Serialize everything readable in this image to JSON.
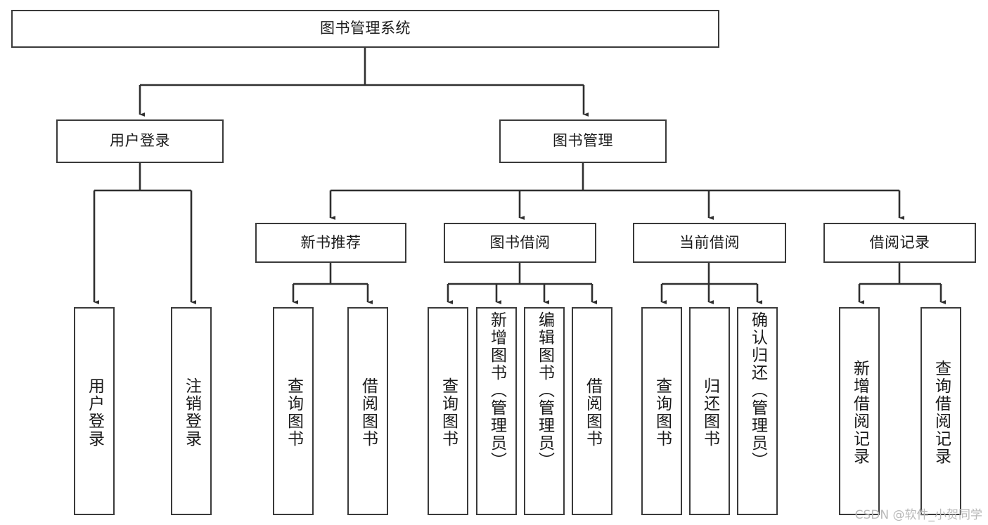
{
  "diagram": {
    "title": "图书管理系统",
    "type": "hierarchy-tree",
    "colors": {
      "box_border": "#3a3a3a",
      "box_fill": "#ffffff",
      "connector": "#2f2f2f",
      "text": "#1a1a1a",
      "watermark": "#b9b9b9"
    },
    "root": {
      "label": "图书管理系统"
    },
    "level2": [
      {
        "label": "用户登录"
      },
      {
        "label": "图书管理"
      }
    ],
    "level3": [
      {
        "label": "新书推荐"
      },
      {
        "label": "图书借阅"
      },
      {
        "label": "当前借阅"
      },
      {
        "label": "借阅记录"
      }
    ],
    "leaves": {
      "user_login": [
        {
          "label": "用户登录"
        },
        {
          "label": "注销登录"
        }
      ],
      "new_book_recommend": [
        {
          "label": "查询图书"
        },
        {
          "label": "借阅图书"
        }
      ],
      "book_borrow": [
        {
          "label": "查询图书"
        },
        {
          "label": "新增图书（管理员）"
        },
        {
          "label": "编辑图书（管理员）"
        },
        {
          "label": "借阅图书"
        }
      ],
      "current_borrow": [
        {
          "label": "查询图书"
        },
        {
          "label": "归还图书"
        },
        {
          "label": "确认归还（管理员）"
        }
      ],
      "borrow_record": [
        {
          "label": "新增借阅记录"
        },
        {
          "label": "查询借阅记录"
        }
      ]
    }
  },
  "watermark": {
    "text": "CSDN @软件_小贺同学"
  }
}
